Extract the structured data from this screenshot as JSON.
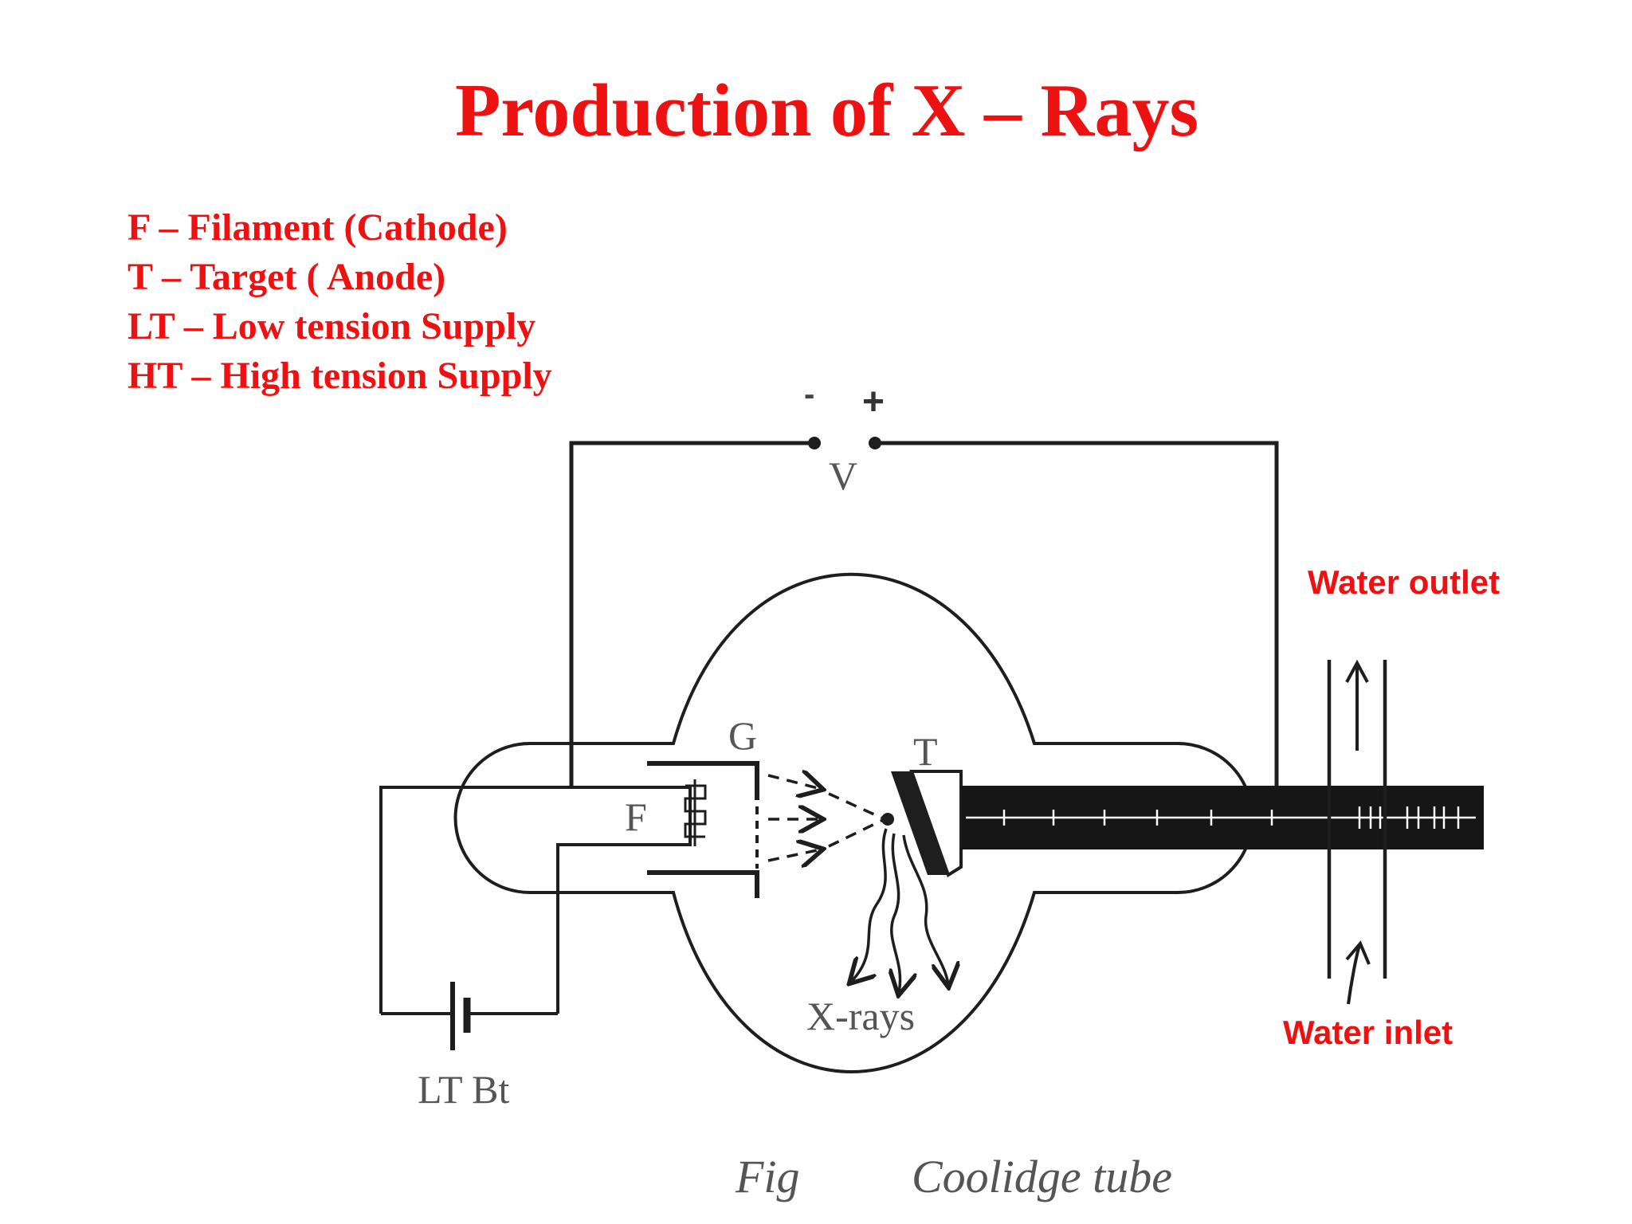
{
  "title": "Production of X – Rays",
  "legend": [
    "F – Filament (Cathode)",
    "T – Target ( Anode)",
    "LT – Low tension Supply",
    "HT – High tension Supply"
  ],
  "diagram": {
    "voltage_minus": "-",
    "voltage_plus": "+",
    "voltage_label": "V",
    "grid_label": "G",
    "target_label": "T",
    "filament_label": "F",
    "xrays_label": "X-rays",
    "battery_label": "LT Bt",
    "water_outlet": "Water outlet",
    "water_inlet": "Water inlet",
    "caption_fig": "Fig",
    "caption_name": "Coolidge tube"
  },
  "colors": {
    "accent_red": "#ee1111",
    "line": "#1e1e1e",
    "gray_text": "#555555"
  }
}
